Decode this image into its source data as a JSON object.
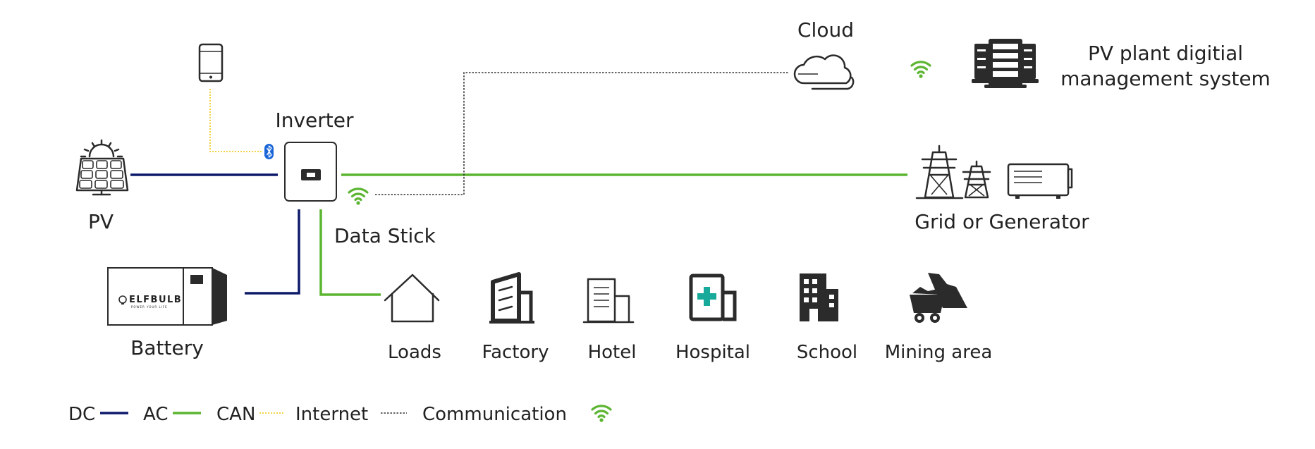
{
  "labels": {
    "cloud": "Cloud",
    "management_line1": "PV plant digitial",
    "management_line2": "management system",
    "inverter": "Inverter",
    "pv": "PV",
    "data_stick": "Data Stick",
    "grid_or_generator": "Grid or Generator",
    "battery": "Battery",
    "battery_brand": "ELFBULB",
    "battery_slogan": "POWER YOUR LIFE"
  },
  "loads": [
    {
      "label": "Loads",
      "icon": "house-icon"
    },
    {
      "label": "Factory",
      "icon": "factory-icon"
    },
    {
      "label": "Hotel",
      "icon": "hotel-icon"
    },
    {
      "label": "Hospital",
      "icon": "hospital-icon"
    },
    {
      "label": "School",
      "icon": "school-icon"
    },
    {
      "label": "Mining area",
      "icon": "mining-cart-icon"
    }
  ],
  "legend": [
    {
      "label": "DC",
      "style": "solid",
      "color": "#0d1a6b"
    },
    {
      "label": "AC",
      "style": "solid",
      "color": "#5cb531"
    },
    {
      "label": "CAN",
      "style": "dotted",
      "color": "#f2cd2e"
    },
    {
      "label": "Internet",
      "style": "dotted",
      "color": "#333333"
    },
    {
      "label": "Communication",
      "style": "wifi-icon",
      "color": "#5cb531"
    }
  ],
  "colors": {
    "dc": "#0d1a6b",
    "ac": "#5cb531",
    "can": "#f2cd2e",
    "internet": "#333333",
    "wifi": "#5cb531",
    "bluetooth": "#1a66d9",
    "hospital_cross": "#17a99a"
  }
}
